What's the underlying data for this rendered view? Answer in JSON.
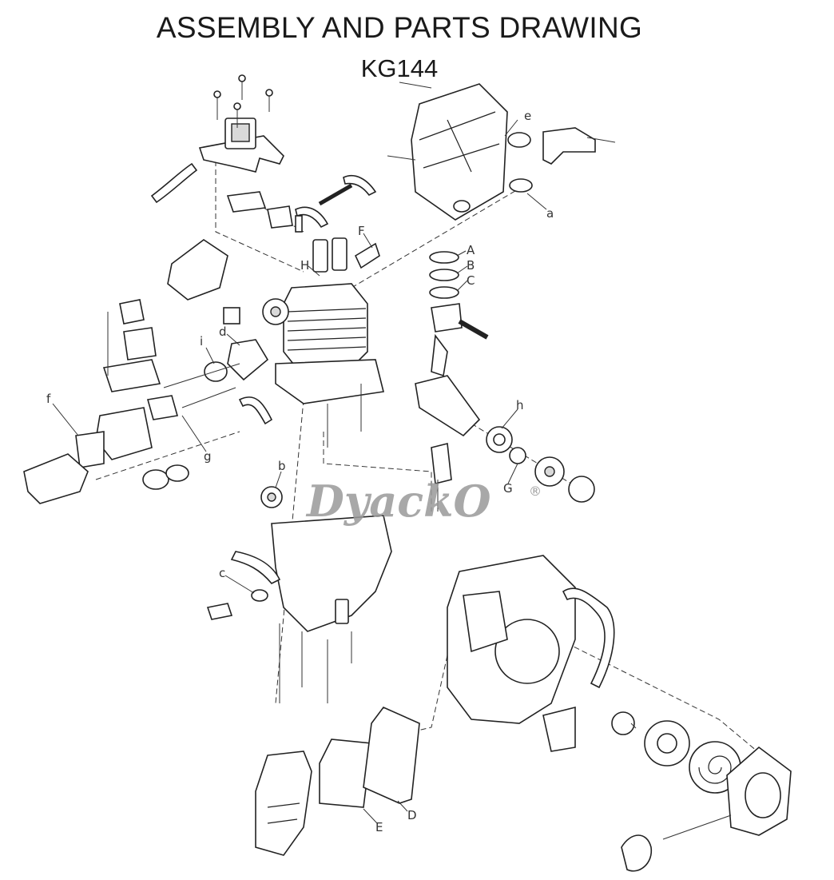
{
  "title": "ASSEMBLY AND PARTS DRAWING",
  "model": "KG144",
  "watermark": "DyackO",
  "watermark_mark": "®",
  "callouts": {
    "a": "a",
    "b": "b",
    "c": "c",
    "d": "d",
    "e": "e",
    "f": "f",
    "g": "g",
    "h": "h",
    "i": "i",
    "A": "A",
    "B": "B",
    "C": "C",
    "D": "D",
    "E": "E",
    "F": "F",
    "G": "G",
    "H": "H"
  },
  "colors": {
    "line": "#222222",
    "text": "#1a1a1a",
    "watermark": "#9a9a9a"
  }
}
